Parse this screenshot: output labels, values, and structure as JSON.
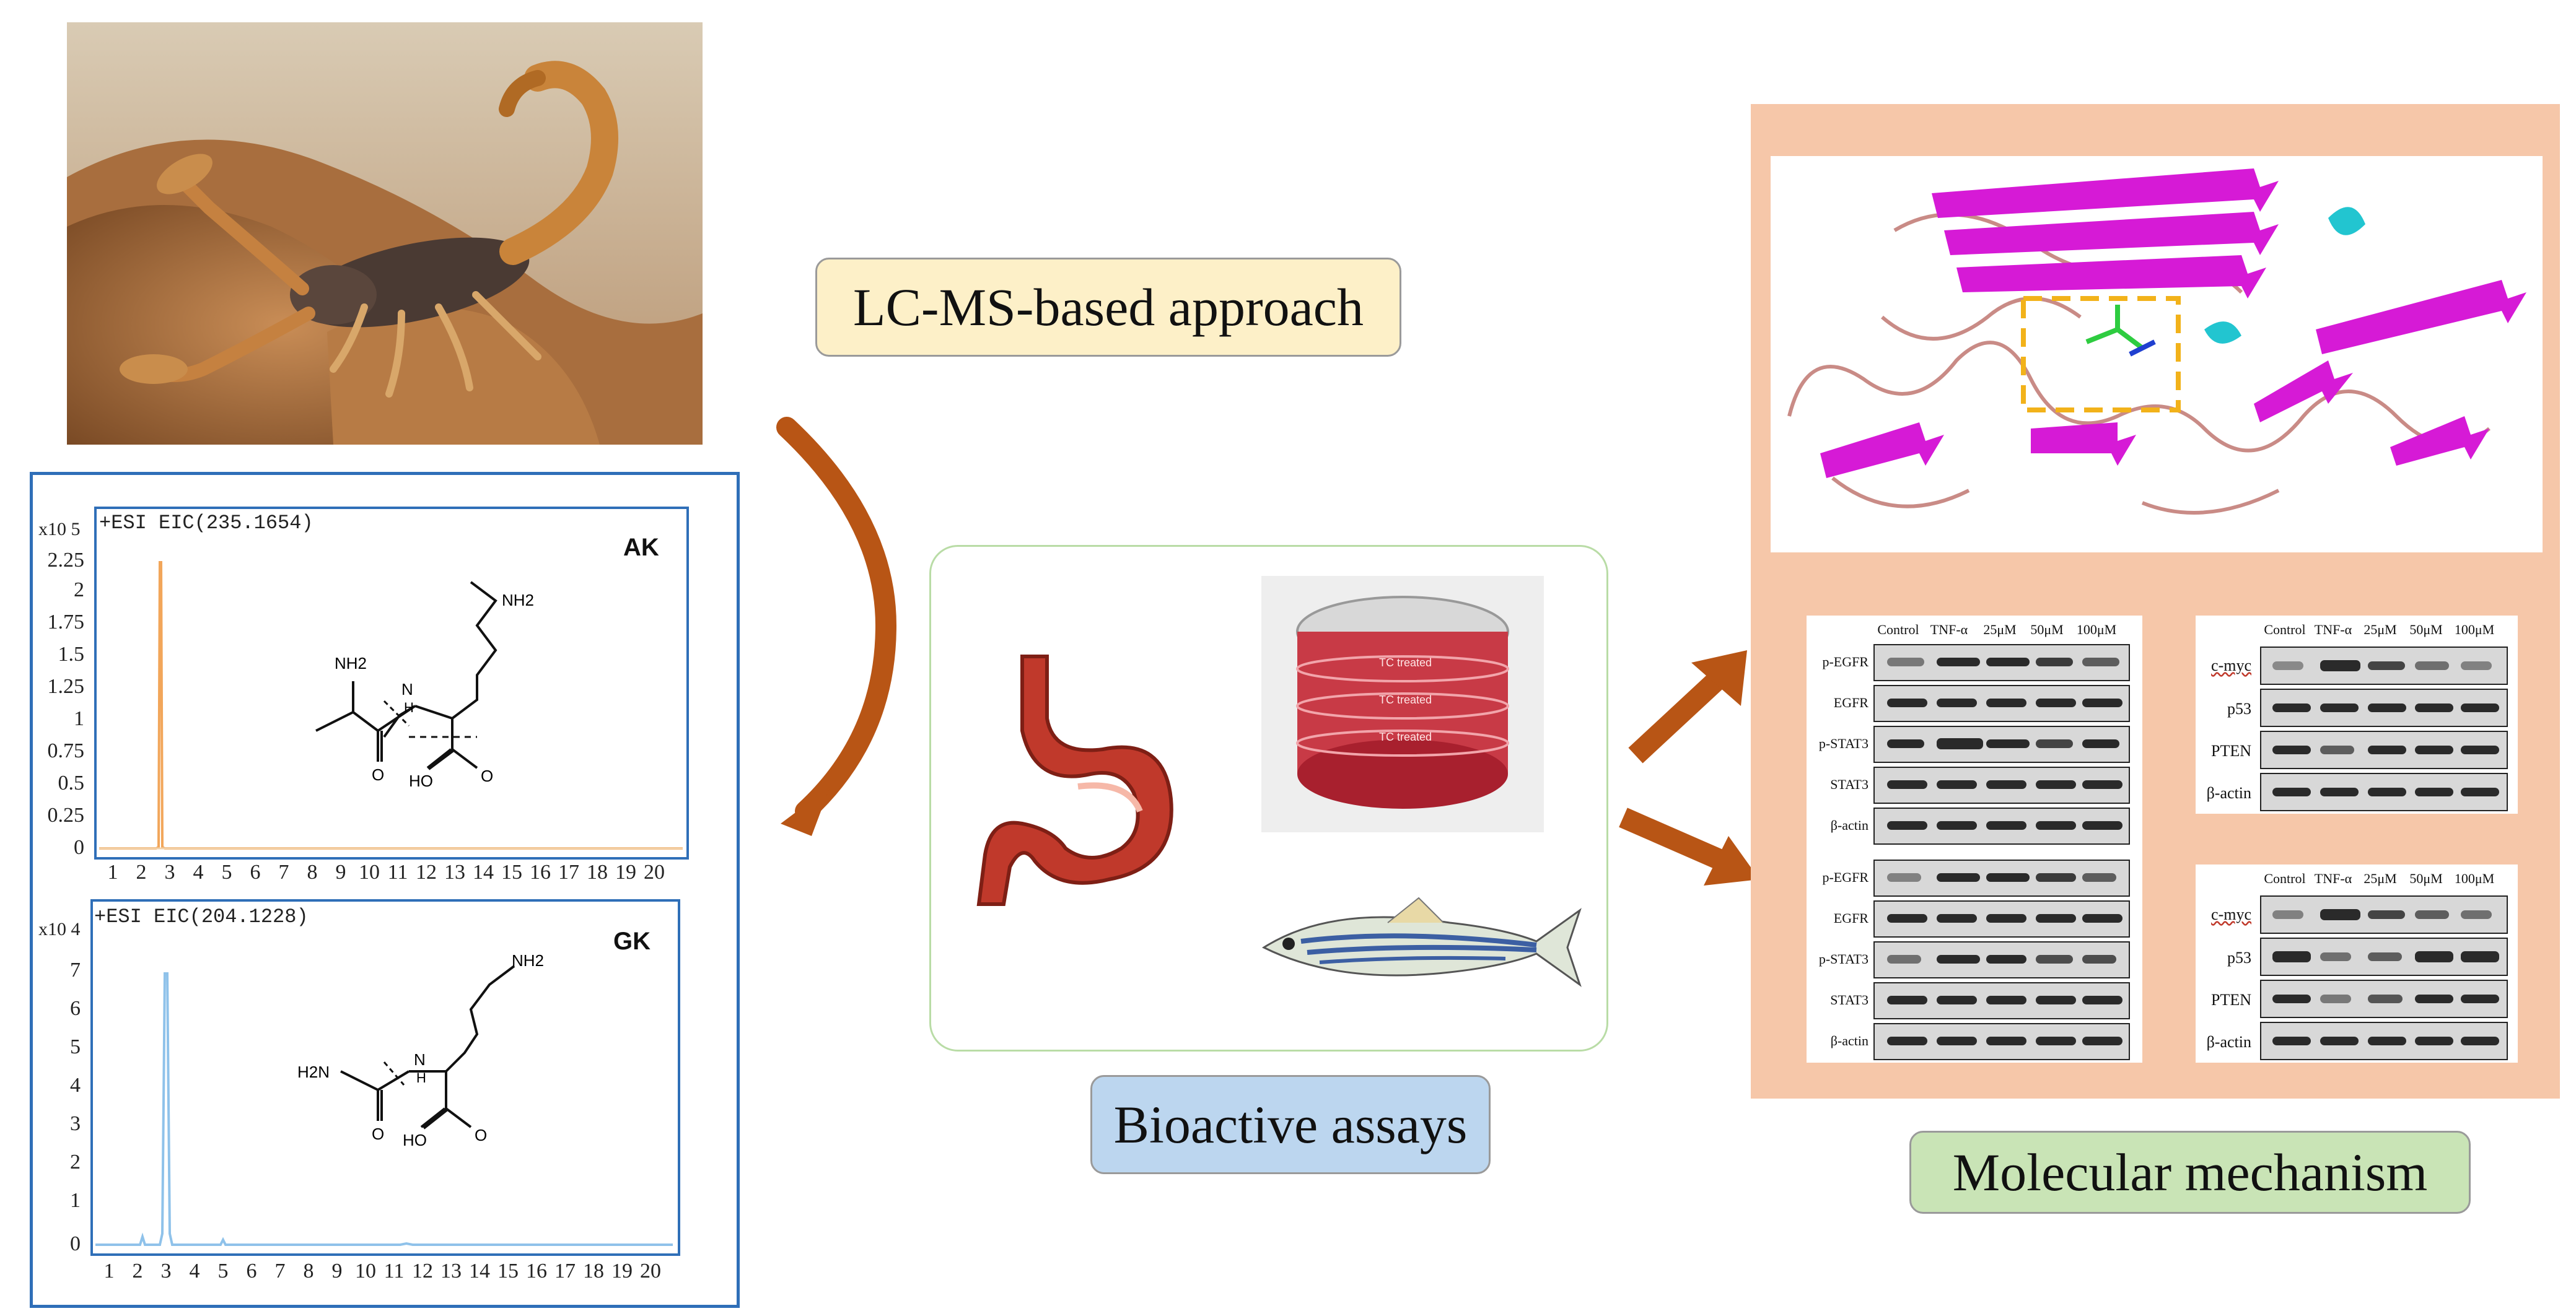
{
  "labels": {
    "lcms": "LC-MS-based approach",
    "bioassays": "Bioactive assays",
    "mechanism": "Molecular mechanism"
  },
  "chromatograms": [
    {
      "name": "AK",
      "eic": "+ESI  EIC(235.1654)",
      "magnitude": "x10 5",
      "y_ticks": [
        "2.25",
        "2",
        "1.75",
        "1.5",
        "1.25",
        "1",
        "0.75",
        "0.5",
        "0.25",
        "0"
      ],
      "x_ticks": [
        "1",
        "2",
        "3",
        "4",
        "5",
        "6",
        "7",
        "8",
        "9",
        "10",
        "11",
        "12",
        "13",
        "14",
        "15",
        "16",
        "17",
        "18",
        "19",
        "20"
      ],
      "peak_color": "#f2a65a",
      "struct_labels": {
        "amine_top": "NH2",
        "amine_left": "NH2",
        "nh": "N",
        "h": "H",
        "oh": "HO",
        "o1": "O",
        "o2": "O"
      }
    },
    {
      "name": "GK",
      "eic": "+ESI  EIC(204.1228)",
      "magnitude": "x10 4",
      "y_ticks": [
        "7",
        "6",
        "5",
        "4",
        "3",
        "2",
        "1",
        "0"
      ],
      "x_ticks": [
        "1",
        "2",
        "3",
        "4",
        "5",
        "6",
        "7",
        "8",
        "9",
        "10",
        "11",
        "12",
        "13",
        "14",
        "15",
        "16",
        "17",
        "18",
        "19",
        "20"
      ],
      "peak_color": "#8fc2ea",
      "struct_labels": {
        "amine_top": "NH2",
        "amine_left": "H2N",
        "nh": "N",
        "h": "H",
        "oh": "HO",
        "o1": "O",
        "o2": "O"
      }
    }
  ],
  "dish_labels": [
    "TC treated",
    "TC treated",
    "TC treated"
  ],
  "western": {
    "columns": [
      "Control",
      "TNF-α",
      "25μM",
      "50μM",
      "100μM"
    ],
    "left_top_rows": [
      "p-EGFR",
      "EGFR",
      "p-STAT3",
      "STAT3",
      "β-actin"
    ],
    "left_bottom_rows": [
      "p-EGFR",
      "EGFR",
      "p-STAT3",
      "STAT3",
      "β-actin"
    ],
    "right_top_rows": [
      "c-myc",
      "p53",
      "PTEN",
      "β-actin"
    ],
    "right_bottom_rows": [
      "c-myc",
      "p53",
      "PTEN",
      "β-actin"
    ]
  },
  "colors": {
    "mechanism_bg": "#f6c7a9",
    "lcms_bg": "#fdf0c8",
    "bioassays_bg": "#bcd6ef",
    "mechanism_label_bg": "#c9e4b6",
    "arrow": "#b85515",
    "frame_blue": "#2f6fb8",
    "protein_sheet": "#d61ad6",
    "protein_helix": "#22c5d0",
    "highlight_box": "#f2b21a"
  }
}
